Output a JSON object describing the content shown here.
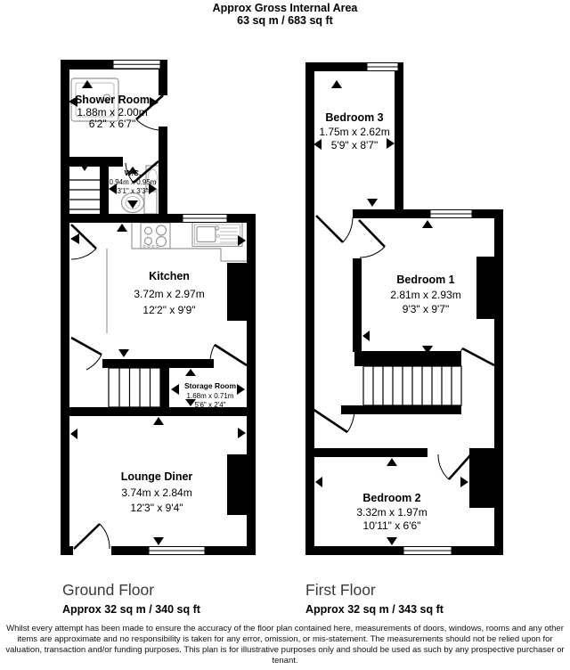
{
  "header": {
    "title": "Approx Gross Internal Area",
    "area": "63 sq m / 683 sq ft"
  },
  "ground_floor": {
    "label": "Ground Floor",
    "area": "Approx 32 sq m / 340 sq ft",
    "rooms": [
      {
        "name": "Shower Room",
        "metric": "1.88m x 2.00m",
        "imperial": "6'2\" x 6'7\""
      },
      {
        "name": "W.C.",
        "metric": "0.94m x 0.95m",
        "imperial": "3'1\" x 3'3\""
      },
      {
        "name": "Kitchen",
        "metric": "3.72m x 2.97m",
        "imperial": "12'2\" x 9'9\""
      },
      {
        "name": "Storage Room",
        "metric": "1.68m x 0.71m",
        "imperial": "5'6\" x 2'4\""
      },
      {
        "name": "Lounge Diner",
        "metric": "3.74m x 2.84m",
        "imperial": "12'3\" x 9'4\""
      }
    ]
  },
  "first_floor": {
    "label": "First Floor",
    "area": "Approx 32 sq m / 343 sq ft",
    "rooms": [
      {
        "name": "Bedroom 3",
        "metric": "1.75m x 2.62m",
        "imperial": "5'9\" x 8'7\""
      },
      {
        "name": "Bedroom 1",
        "metric": "2.81m x 2.93m",
        "imperial": "9'3\" x 9'7\""
      },
      {
        "name": "Bedroom 2",
        "metric": "3.32m x 1.97m",
        "imperial": "10'11\" x 6'6\""
      }
    ]
  },
  "disclaimer": "Whilst every attempt has been made to ensure the accuracy of the floor plan contained here, measurements of doors, windows, rooms and any other items are approximate and no responsibility is taken for any error, omission, or mis-statement. The measurements should not be relied upon for valuation, transaction and/or funding purposes. This plan is for illustrative purposes only and should be used as such by any prospective purchaser or tenant.",
  "colors": {
    "wall": "#000000",
    "fixture_outline": "#999999",
    "background": "#ffffff"
  }
}
